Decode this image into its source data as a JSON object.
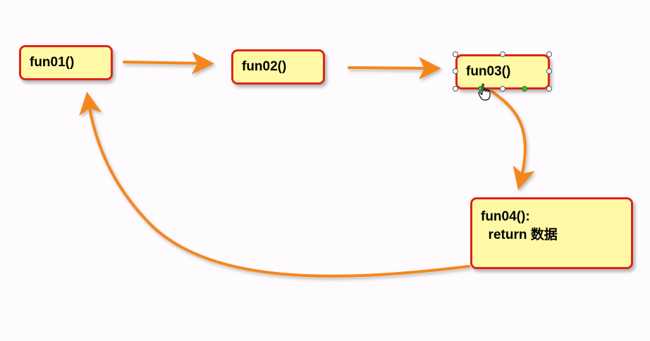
{
  "nodes": {
    "fun01": "fun01()",
    "fun02": "fun02()",
    "fun03": "fun03()",
    "fun04_line1": "fun04():",
    "fun04_line2": "  return 数据"
  },
  "colors": {
    "node_fill": "#fff9a6",
    "node_border": "#e0231b",
    "arrow": "#f5861f",
    "background": "#fdfbfd"
  },
  "icons": {
    "cursor": "hand-pointer-icon",
    "selection": "selection-handle-icon"
  }
}
